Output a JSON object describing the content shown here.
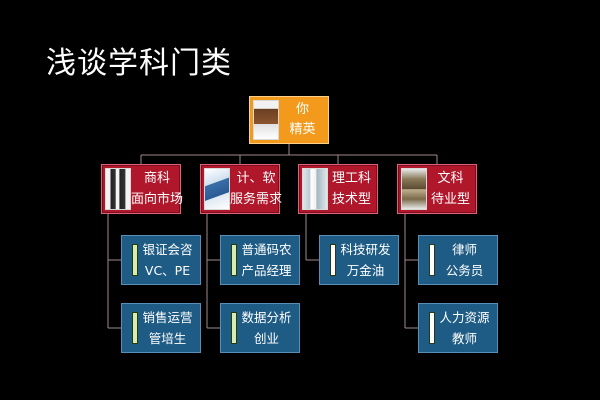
{
  "slide": {
    "title": "浅谈学科门类"
  },
  "root": {
    "line1": "你",
    "line2": "精英",
    "photo": "smiling-man-photo"
  },
  "categories": [
    {
      "line1": "商科",
      "line2": "面向市场",
      "photo": "business-people-photo",
      "leaves": [
        {
          "line1": "银证会咨",
          "line2": "VC、PE"
        },
        {
          "line1": "销售运营",
          "line2": "管培生"
        }
      ]
    },
    {
      "line1": "计、软",
      "line2": "服务需求",
      "photo": "computer-screen-photo",
      "leaves": [
        {
          "line1": "普通码农",
          "line2": "产品经理"
        },
        {
          "line1": "数据分析",
          "line2": "创业"
        }
      ]
    },
    {
      "line1": "理工科",
      "line2": "技术型",
      "photo": "laboratory-photo",
      "leaves": [
        {
          "line1": "科技研发",
          "line2": "万金油"
        }
      ]
    },
    {
      "line1": "文科",
      "line2": "待业型",
      "photo": "library-books-photo",
      "leaves": [
        {
          "line1": "律师",
          "line2": "公务员"
        },
        {
          "line1": "人力资源",
          "line2": "教师"
        }
      ]
    }
  ],
  "colors": {
    "root_fill": "#f39a1c",
    "category_fill": "#b0172b",
    "leaf_fill": "#1f5c85",
    "leaf_marker": "#d6ecb0",
    "connector": "#9e8a8a",
    "background": "#000000"
  }
}
